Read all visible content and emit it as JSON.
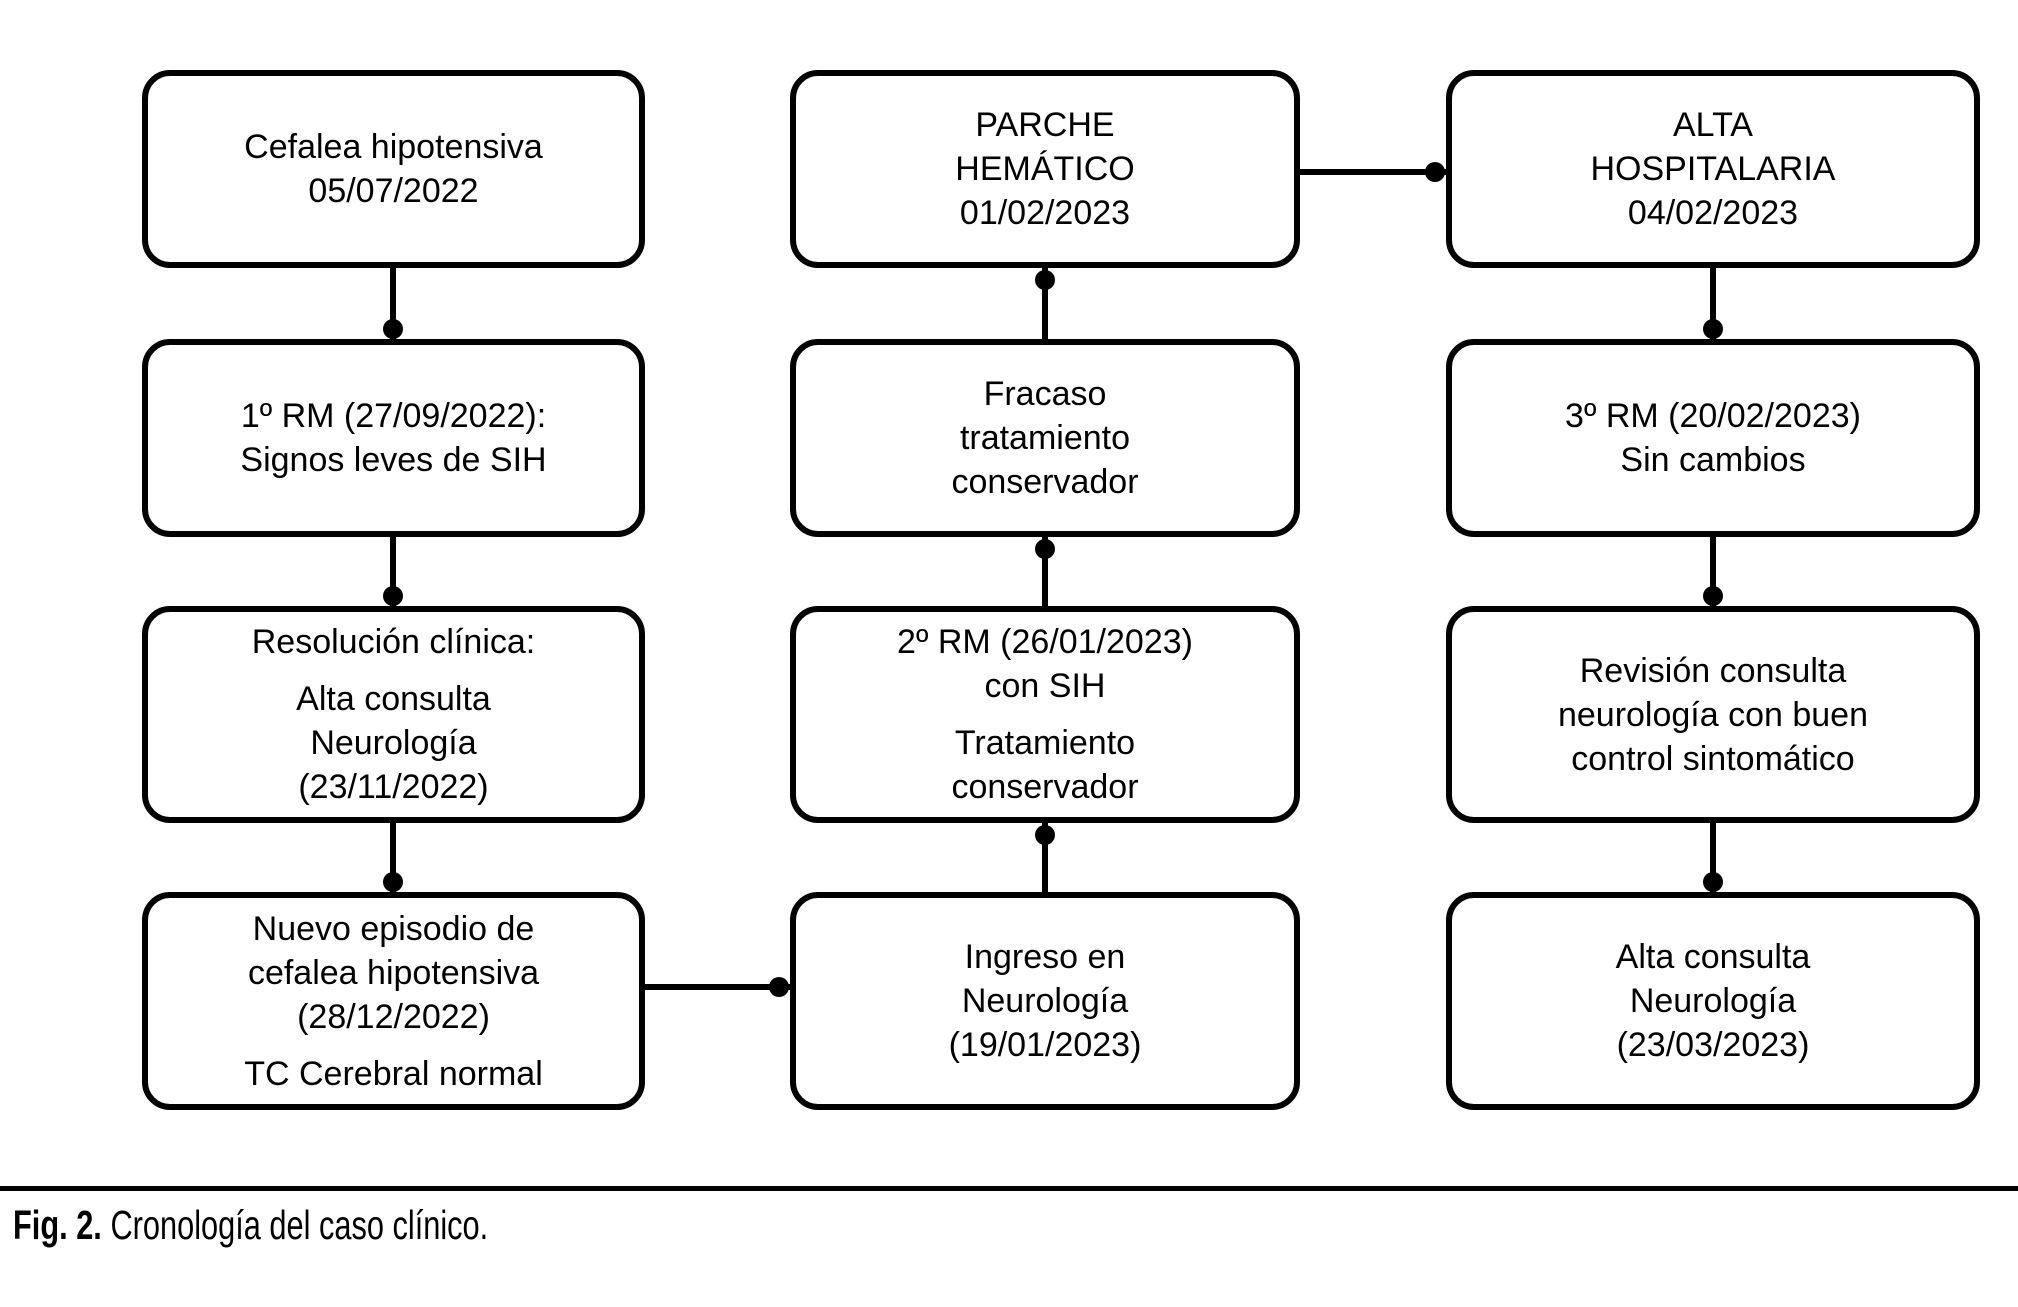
{
  "colors": {
    "ink": "#000000",
    "paper": "#ffffff"
  },
  "caption": {
    "prefix": "Fig. 2.",
    "text": "Cronología del caso clínico."
  },
  "columns": [
    {
      "boxes": [
        {
          "paragraphs": [
            "Cefalea hipotensiva\n05/07/2022"
          ]
        },
        {
          "paragraphs": [
            "1º RM (27/09/2022):\nSignos leves de SIH"
          ]
        },
        {
          "paragraphs": [
            "Resolución clínica:",
            "Alta consulta\nNeurología\n(23/11/2022)"
          ]
        },
        {
          "paragraphs": [
            "Nuevo episodio de\ncefalea hipotensiva\n(28/12/2022)",
            "TC Cerebral normal"
          ]
        }
      ]
    },
    {
      "boxes": [
        {
          "paragraphs": [
            "PARCHE\nHEMÁTICO\n01/02/2023"
          ]
        },
        {
          "paragraphs": [
            "Fracaso\ntratamiento\nconservador"
          ]
        },
        {
          "paragraphs": [
            "2º RM (26/01/2023)\ncon SIH",
            "Tratamiento\nconservador"
          ]
        },
        {
          "paragraphs": [
            "Ingreso en\nNeurología\n(19/01/2023)"
          ]
        }
      ]
    },
    {
      "boxes": [
        {
          "paragraphs": [
            "ALTA\nHOSPITALARIA\n04/02/2023"
          ]
        },
        {
          "paragraphs": [
            "3º RM (20/02/2023)\nSin cambios"
          ]
        },
        {
          "paragraphs": [
            "Revisión consulta\nneurología con buen\ncontrol sintomático"
          ]
        },
        {
          "paragraphs": [
            "Alta consulta\nNeurología\n(23/03/2023)"
          ]
        }
      ]
    }
  ]
}
